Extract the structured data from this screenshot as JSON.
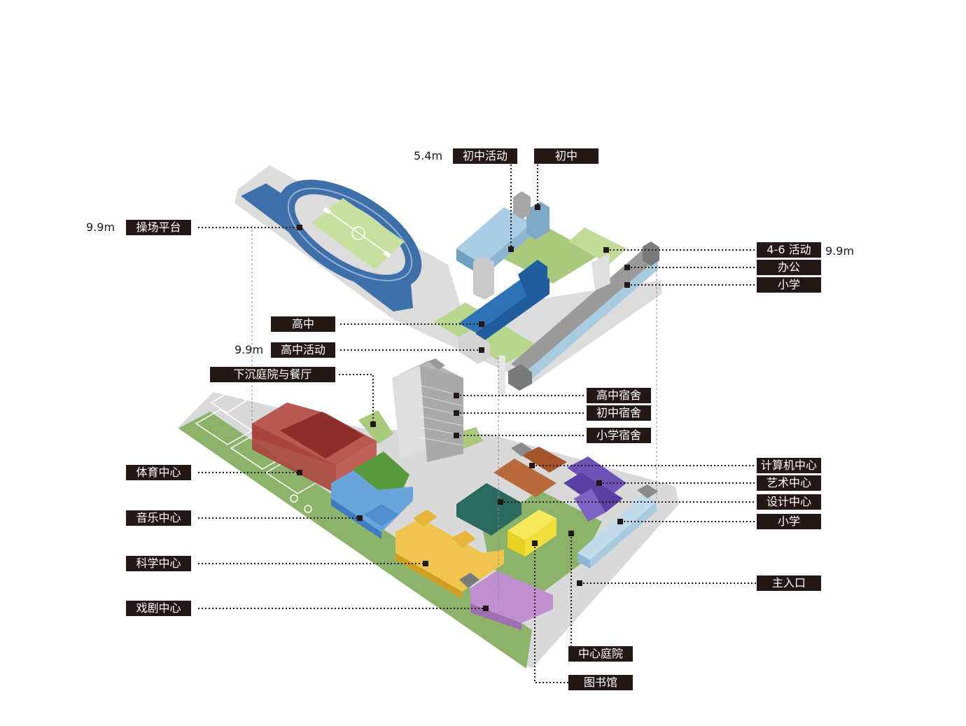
{
  "labels": {
    "playground_platform": "操场平台",
    "junior_activity": "初中活动",
    "junior": "初中",
    "activity_4_6": "4-6 活动",
    "office": "办公",
    "primary_upper": "小学",
    "senior": "高中",
    "senior_activity": "高中活动",
    "sunken_courtyard_dining": "下沉庭院与餐厅",
    "senior_dorm": "高中宿舍",
    "junior_dorm": "初中宿舍",
    "primary_dorm": "小学宿舍",
    "sports_center": "体育中心",
    "music_center": "音乐中心",
    "science_center": "科学中心",
    "drama_center": "戏剧中心",
    "computer_center": "计算机中心",
    "art_center": "艺术中心",
    "design_center": "设计中心",
    "primary_lower": "小学",
    "main_entrance": "主入口",
    "central_courtyard": "中心庭院",
    "library": "图书馆"
  },
  "elevations": {
    "playground": "9.9m",
    "junior_activity": "5.4m",
    "activity_4_6": "9.9m",
    "senior_activity": "9.9m"
  },
  "colors": {
    "label_bg": "#231815",
    "label_text": "#ffffff",
    "site_gray": "#d9d9d9",
    "lawn": "#a9c97d",
    "track_blue": "#3e6fa8",
    "field_green": "#c7e0a0",
    "junior_blue": "#8cb6d1",
    "senior_blue": "#1f5d9c",
    "office_gray": "#8d8d8d",
    "dorm_gray": "#a9a9a9",
    "sports_red": "#a8423c",
    "music_blue": "#4f8fcf",
    "green_roof": "#5a9a3e",
    "science_yellow": "#e7b53a",
    "drama_purple": "#c08fd0",
    "computer_brown": "#a4532a",
    "art_purple": "#5c3fa3",
    "design_teal": "#2b6a5f",
    "library_yellow": "#f0df3a",
    "primary_lightblue": "#a8cbe0"
  },
  "icons": {
    "leader_dot": "square-dot-icon"
  }
}
